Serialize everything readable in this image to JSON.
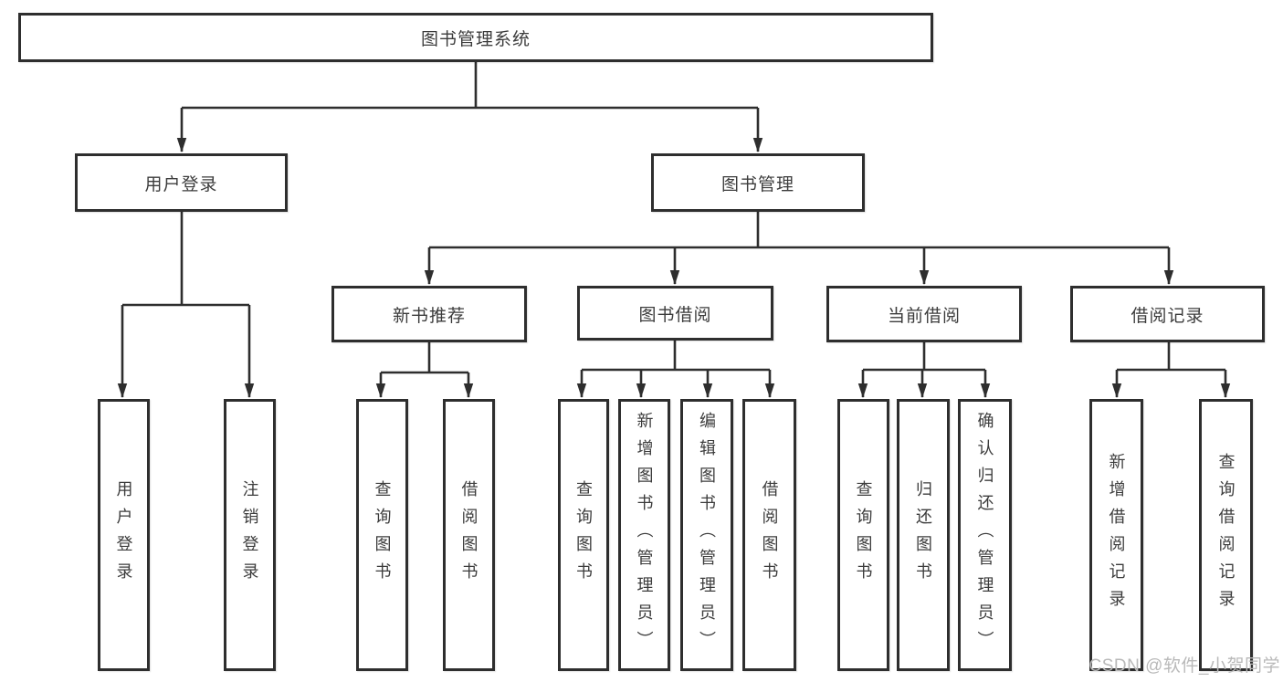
{
  "tree": {
    "label": "图书管理系统",
    "children": [
      {
        "label": "用户登录",
        "children": [
          {
            "label": "用户登录"
          },
          {
            "label": "注销登录"
          }
        ]
      },
      {
        "label": "图书管理",
        "children": [
          {
            "label": "新书推荐",
            "children": [
              {
                "label": "查询图书"
              },
              {
                "label": "借阅图书"
              }
            ]
          },
          {
            "label": "图书借阅",
            "children": [
              {
                "label": "查询图书"
              },
              {
                "label": "新增图书（管理员）"
              },
              {
                "label": "编辑图书（管理员）"
              },
              {
                "label": "借阅图书"
              }
            ]
          },
          {
            "label": "当前借阅",
            "children": [
              {
                "label": "查询图书"
              },
              {
                "label": "归还图书"
              },
              {
                "label": "确认归还（管理员）"
              }
            ]
          },
          {
            "label": "借阅记录",
            "children": [
              {
                "label": "新增借阅记录"
              },
              {
                "label": "查询借阅记录"
              }
            ]
          }
        ]
      }
    ]
  },
  "watermark": {
    "text": "CSDN @软件_小贺同学"
  },
  "colors": {
    "line": "#2e2e2e",
    "border": "#2e2e2e",
    "text": "#3c3c3c",
    "watermark": "#b9b9b9",
    "background": "#ffffff"
  }
}
